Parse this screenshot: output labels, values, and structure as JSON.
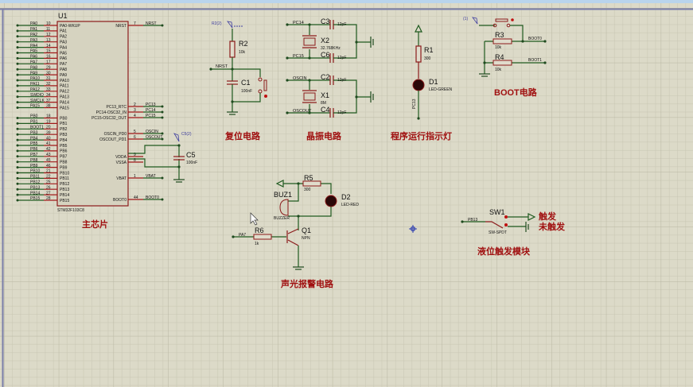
{
  "chip": {
    "ref": "U1",
    "part": "STM32F103C8",
    "left_pins": [
      {
        "net": "PA0",
        "num": "10",
        "name": "PA0-WKUP"
      },
      {
        "net": "PA1",
        "num": "11",
        "name": "PA1"
      },
      {
        "net": "PA2",
        "num": "12",
        "name": "PA2"
      },
      {
        "net": "PA3",
        "num": "13",
        "name": "PA3"
      },
      {
        "net": "PA4",
        "num": "14",
        "name": "PA4"
      },
      {
        "net": "PA5",
        "num": "15",
        "name": "PA5"
      },
      {
        "net": "PA6",
        "num": "16",
        "name": "PA6"
      },
      {
        "net": "PA7",
        "num": "17",
        "name": "PA7"
      },
      {
        "net": "PA8",
        "num": "29",
        "name": "PA8"
      },
      {
        "net": "PA9",
        "num": "30",
        "name": "PA9"
      },
      {
        "net": "PA10",
        "num": "31",
        "name": "PA10"
      },
      {
        "net": "PA11",
        "num": "32",
        "name": "PA11"
      },
      {
        "net": "PA12",
        "num": "33",
        "name": "PA12"
      },
      {
        "net": "SWDIO",
        "num": "34",
        "name": "PA13"
      },
      {
        "net": "SWCLK",
        "num": "37",
        "name": "PA14"
      },
      {
        "net": "PA15",
        "num": "38",
        "name": "PA15"
      },
      {
        "net": "PB0",
        "num": "18",
        "name": "PB0"
      },
      {
        "net": "PB1",
        "num": "19",
        "name": "PB1"
      },
      {
        "net": "BOOT1",
        "num": "20",
        "name": "PB2"
      },
      {
        "net": "PB3",
        "num": "39",
        "name": "PB3"
      },
      {
        "net": "PB4",
        "num": "40",
        "name": "PB4"
      },
      {
        "net": "PB5",
        "num": "41",
        "name": "PB5"
      },
      {
        "net": "PB6",
        "num": "42",
        "name": "PB6"
      },
      {
        "net": "PB7",
        "num": "43",
        "name": "PB7"
      },
      {
        "net": "PB8",
        "num": "45",
        "name": "PB8"
      },
      {
        "net": "PB9",
        "num": "46",
        "name": "PB9"
      },
      {
        "net": "PB10",
        "num": "21",
        "name": "PB10"
      },
      {
        "net": "PB11",
        "num": "22",
        "name": "PB11"
      },
      {
        "net": "PB12",
        "num": "25",
        "name": "PB12"
      },
      {
        "net": "PB13",
        "num": "26",
        "name": "PB13"
      },
      {
        "net": "PB14",
        "num": "27",
        "name": "PB14"
      },
      {
        "net": "PB15",
        "num": "28",
        "name": "PB15"
      }
    ],
    "right_pins": [
      {
        "net": "NRST",
        "num": "7",
        "name": "NRST"
      },
      {
        "net": "PC13",
        "num": "2",
        "name": "PC13_RTC"
      },
      {
        "net": "PC14",
        "num": "3",
        "name": "PC14-OSC32_IN"
      },
      {
        "net": "PC15",
        "num": "4",
        "name": "PC15-OSC32_OUT"
      },
      {
        "net": "OSCIN",
        "num": "5",
        "name": "OSCIN_PD0"
      },
      {
        "net": "OSCOUT",
        "num": "6",
        "name": "OSCOUT_PD1"
      },
      {
        "net": "",
        "num": "9",
        "name": "VDDA"
      },
      {
        "net": "",
        "num": "8",
        "name": "VSSA"
      },
      {
        "net": "VBAT",
        "num": "1",
        "name": "VBAT"
      },
      {
        "net": "BOOT0",
        "num": "44",
        "name": "BOOT0"
      }
    ],
    "title": "主芯片"
  },
  "c5": {
    "ref": "C5",
    "value": "100nF",
    "probe": "C5(2)"
  },
  "reset": {
    "title": "复位电路",
    "r_ref": "R2",
    "r_val": "10k",
    "c_ref": "C1",
    "c_val": "100nF",
    "net": "NRST",
    "probe": "R2(2)"
  },
  "crystal": {
    "title": "晶振电路",
    "x2": {
      "ref": "X2",
      "val": "32.768KHz"
    },
    "x1": {
      "ref": "X1",
      "val": "8M"
    },
    "caps": [
      {
        "ref": "C3",
        "val": "12pF"
      },
      {
        "ref": "C6",
        "val": "12pF"
      },
      {
        "ref": "C2",
        "val": "12pF"
      },
      {
        "ref": "C4",
        "val": "12pF"
      }
    ],
    "nets": [
      "PC14",
      "PC15",
      "OSCIN",
      "OSCOUT"
    ]
  },
  "led_run": {
    "title": "程序运行指示灯",
    "r_ref": "R1",
    "r_val": "300",
    "d_ref": "D1",
    "d_val": "LED-GREEN",
    "net": "PC13"
  },
  "boot": {
    "title": "BOOT电路",
    "probe": "(1)",
    "r3": {
      "ref": "R3",
      "val": "10k",
      "net": "BOOT0"
    },
    "r4": {
      "ref": "R4",
      "val": "10k",
      "net": "BOOT1"
    }
  },
  "alarm": {
    "title": "声光报警电路",
    "r5": {
      "ref": "R5",
      "val": "300"
    },
    "d2": {
      "ref": "D2",
      "val": "LED-RED"
    },
    "buz": {
      "ref": "BUZ1",
      "val": "BUZZER"
    },
    "q1": {
      "ref": "Q1",
      "val": "NPN"
    },
    "r6": {
      "ref": "R6",
      "val": "1k"
    },
    "net": "PA7"
  },
  "level": {
    "title": "液位触发模块",
    "sw": {
      "ref": "SW1",
      "val": "SW-SPDT"
    },
    "net": "PB13",
    "on": "触发",
    "off": "未触发"
  }
}
